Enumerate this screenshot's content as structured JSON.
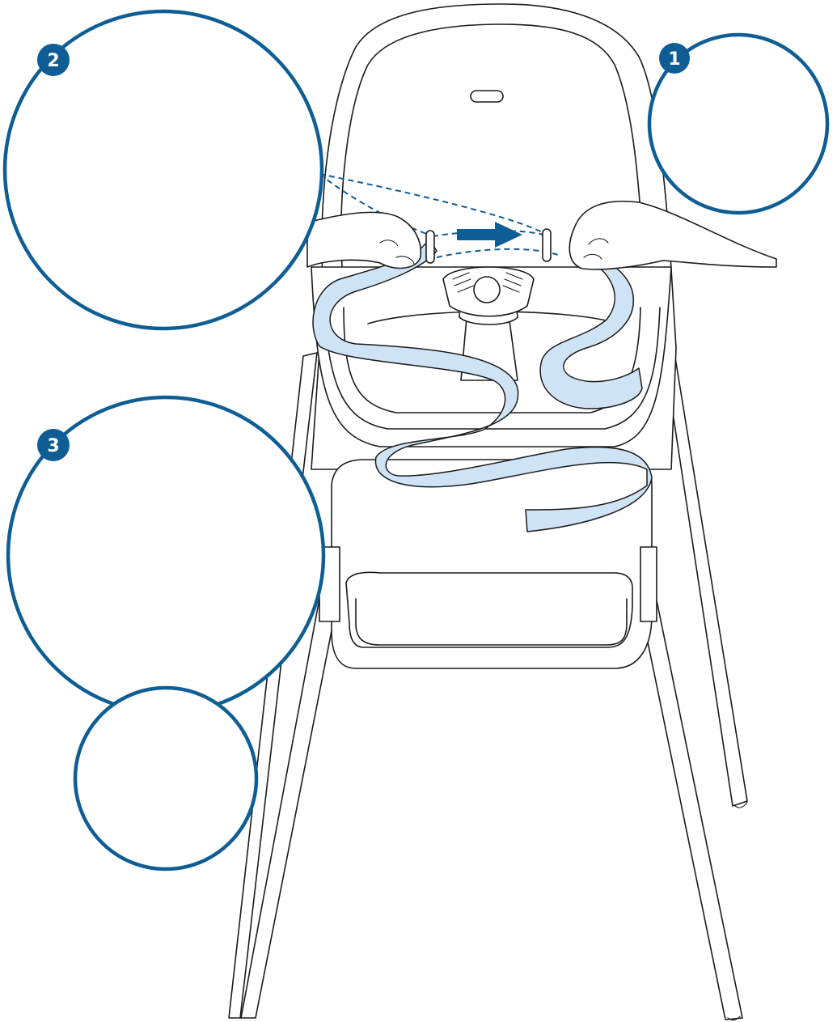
{
  "colors": {
    "accent": "#0e5e95",
    "strap": "#cfe3f6",
    "outline": "#1b1b1b",
    "background": "#ffffff"
  },
  "steps": [
    {
      "label": "1",
      "icon": "arrow-down-icon"
    },
    {
      "label": "2",
      "icon": "arrow-curve-icon"
    },
    {
      "label": "3",
      "icon": "arrow-up-icon"
    }
  ]
}
